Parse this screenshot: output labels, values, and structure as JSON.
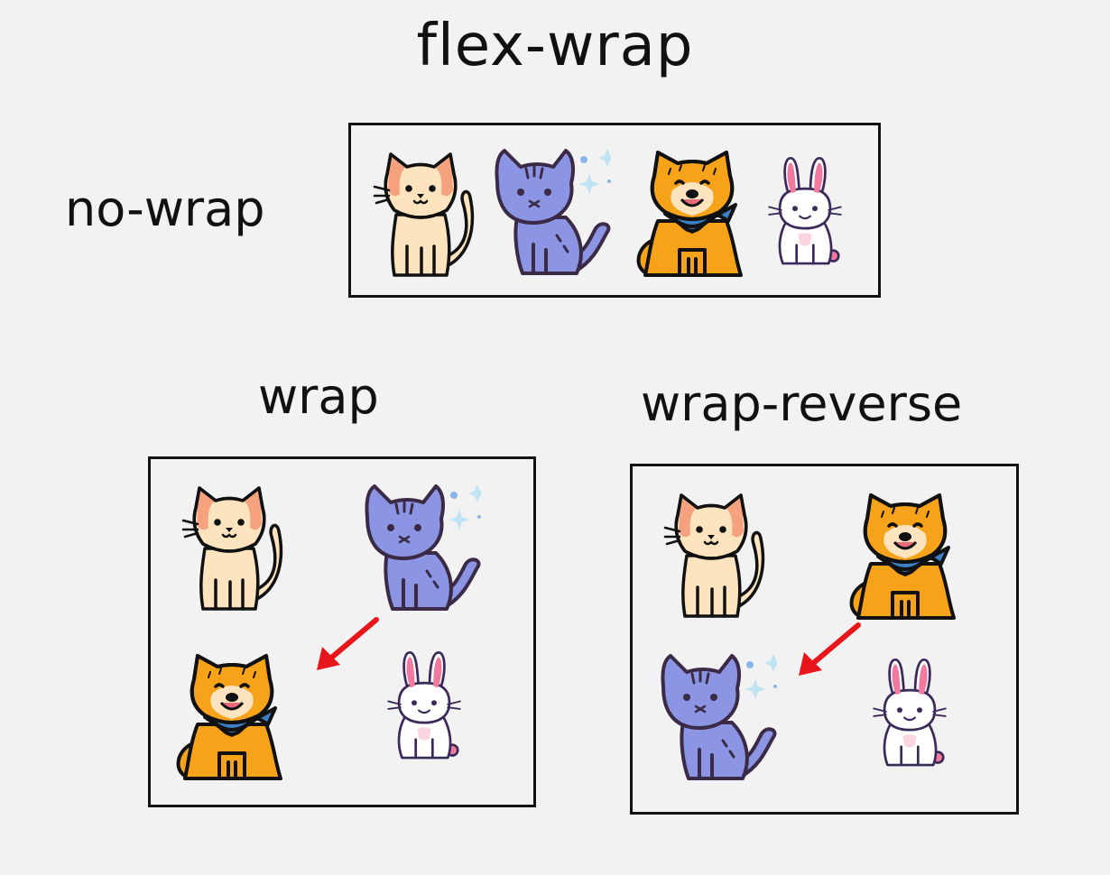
{
  "title": "flex-wrap",
  "sections": {
    "no_wrap": {
      "label": "no-wrap",
      "order": [
        "cat",
        "blue-cat",
        "dog",
        "bunny"
      ]
    },
    "wrap": {
      "label": "wrap",
      "order": [
        "cat",
        "blue-cat",
        "dog",
        "bunny"
      ]
    },
    "wrap_reverse": {
      "label": "wrap-reverse",
      "order": [
        "cat",
        "dog",
        "blue-cat",
        "bunny"
      ]
    }
  },
  "colors": {
    "background": "#f2f2f2",
    "border": "#111111",
    "arrow": "#e8151b",
    "cat_body": "#fde4bf",
    "cat_patch": "#f6a27e",
    "blue_cat": "#8c95e3",
    "dog": "#f7a31a",
    "bandana": "#3b7fc4",
    "bunny_ear": "#f27aa0"
  },
  "icons": [
    "cat-icon",
    "blue-cat-icon",
    "dog-icon",
    "bunny-icon",
    "arrow-icon"
  ]
}
